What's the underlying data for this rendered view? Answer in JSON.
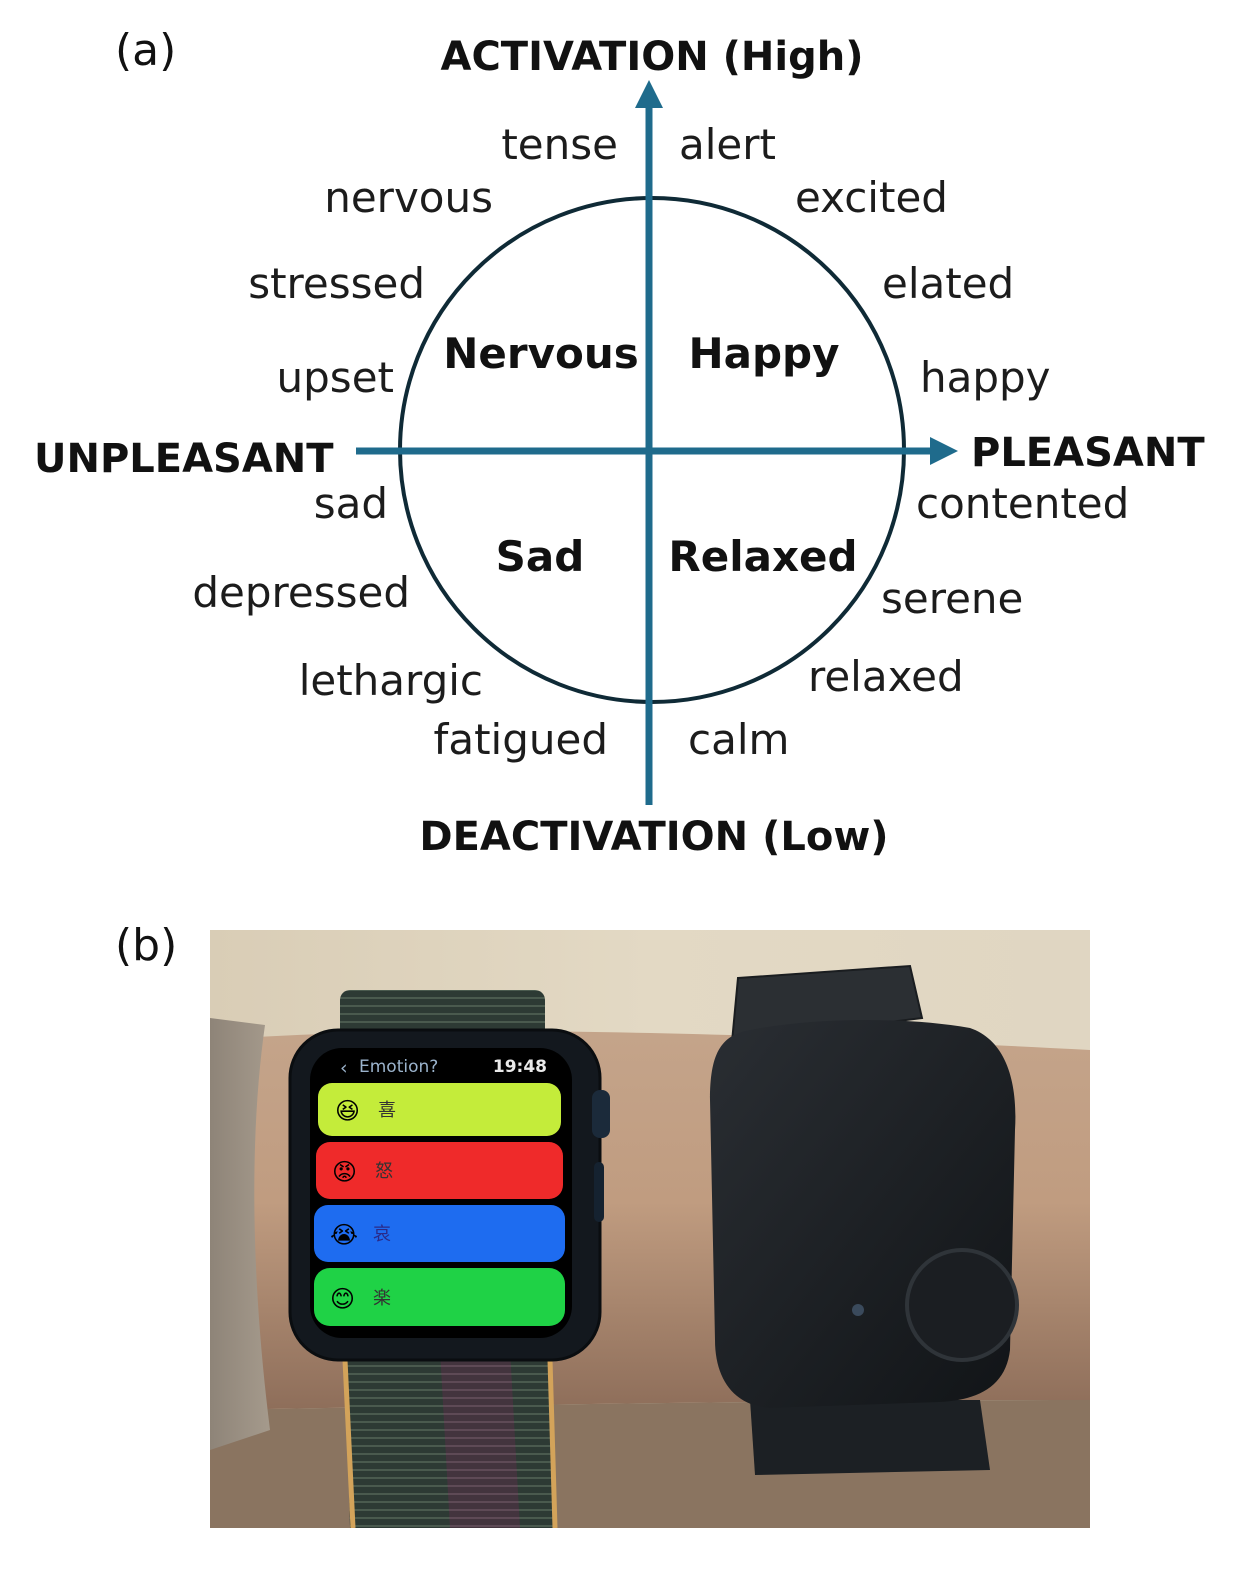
{
  "panel_a": {
    "panel_label": "(a)",
    "axes": {
      "top": "ACTIVATION (High)",
      "bottom": "DEACTIVATION (Low)",
      "left": "UNPLEASANT",
      "right": "PLEASANT"
    },
    "quadrants": {
      "top_left": "Nervous",
      "top_right": "Happy",
      "bottom_left": "Sad",
      "bottom_right": "Relaxed"
    },
    "emotion_words": {
      "tense": "tense",
      "alert": "alert",
      "nervous": "nervous",
      "excited": "excited",
      "stressed": "stressed",
      "elated": "elated",
      "upset": "upset",
      "happy": "happy",
      "sad": "sad",
      "contented": "contented",
      "depressed": "depressed",
      "serene": "serene",
      "lethargic": "lethargic",
      "relaxed": "relaxed",
      "fatigued": "fatigued",
      "calm": "calm"
    },
    "colors": {
      "axis": "#1f6b8c",
      "circle": "#0f2a36"
    }
  },
  "panel_b": {
    "panel_label": "(b)",
    "watch": {
      "title": "Emotion?",
      "time": "19:48",
      "options": [
        {
          "emoji": "😆",
          "label": "喜",
          "color": "#c4ec3a"
        },
        {
          "emoji": "😡",
          "label": "怒",
          "color": "#ef2a2a"
        },
        {
          "emoji": "😭",
          "label": "哀",
          "color": "#1e6cf0"
        },
        {
          "emoji": "😊",
          "label": "楽",
          "color": "#1fd246"
        }
      ]
    }
  }
}
